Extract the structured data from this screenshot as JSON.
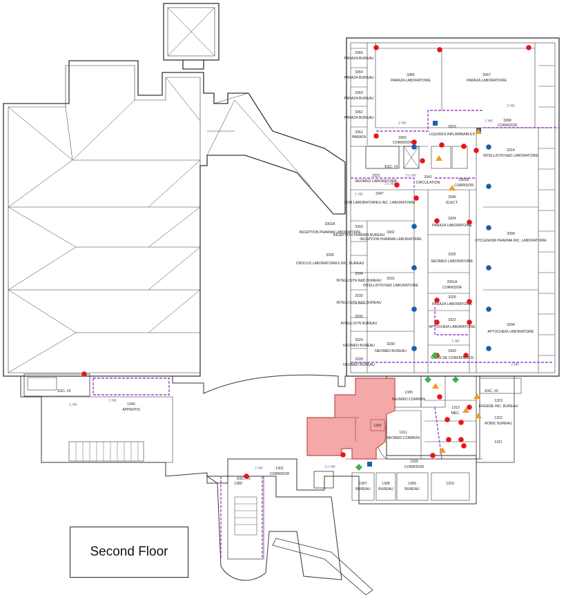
{
  "floor_label": "Second Floor",
  "rooms": [
    {
      "id": "r3365",
      "number": "3365",
      "name": "PARAZA BUREAU"
    },
    {
      "id": "r3364",
      "number": "3364",
      "name": "PARAZA BUREAU"
    },
    {
      "id": "r3363",
      "number": "3363",
      "name": "PARAZA BUREAU"
    },
    {
      "id": "r3362",
      "number": "3362",
      "name": "PARAZA BUREAU"
    },
    {
      "id": "r3361",
      "number": "3361",
      "name": "PARAZA"
    },
    {
      "id": "r3366",
      "number": "3366",
      "name": "PARAZA LABORATOIRE"
    },
    {
      "id": "r3367",
      "number": "3367",
      "name": "PARAZA LABORATOIRE"
    },
    {
      "id": "r3368",
      "number": "3368",
      "name": "CORRIDOR"
    },
    {
      "id": "r3360",
      "number": "3360",
      "name": "CORRIDOR"
    },
    {
      "id": "r3323",
      "number": "3323",
      "name": "LIQUIDES INFLAMMABLES"
    },
    {
      "id": "r3314",
      "number": "3314",
      "name": "INTELLISYN R&D LABORATOIRE"
    },
    {
      "id": "r3321",
      "number": "3321",
      "name": "NEOMED LABORATOIRE"
    },
    {
      "id": "r3341",
      "number": "3341",
      "name": "CIRCULATION"
    },
    {
      "id": "r3301b",
      "number": "3301B",
      "name": "CORRIDOR"
    },
    {
      "id": "r3347",
      "number": "3347",
      "name": "XOM LABORATORIES INC. LABORATOIRE"
    },
    {
      "id": "r3346",
      "number": "3346",
      "name": "ÉLECT."
    },
    {
      "id": "r3302a",
      "number": "3302A",
      "name": "INCEPTION PHARMA LABORATOIRE"
    },
    {
      "id": "r3303",
      "number": "3303",
      "name": "INCEPTION PHARMA BUREAU"
    },
    {
      "id": "r3302",
      "number": "3302",
      "name": "INCEPTION PHARMA LABORATOIRE"
    },
    {
      "id": "r3324",
      "number": "3324",
      "name": "PARAZA LABORATOIRE"
    },
    {
      "id": "r3309",
      "number": "3309",
      "name": "CYCLENIUM PHARMA INC. LABORATOIRE"
    },
    {
      "id": "r3335",
      "number": "3335",
      "name": "CROCUS LABORATORIES INC. BUREAU"
    },
    {
      "id": "r3325",
      "number": "3325",
      "name": "NEOMED LABORATOIRE"
    },
    {
      "id": "r3334",
      "number": "3334",
      "name": "INTELLISYN R&D BUREAU"
    },
    {
      "id": "r3331",
      "number": "3331",
      "name": "INTELLISYN R&D LABORATOIRE"
    },
    {
      "id": "r3301a",
      "number": "3301A",
      "name": "CORRIDOR"
    },
    {
      "id": "r3333",
      "number": "3333",
      "name": "INTELLISYN R&D BUREAU"
    },
    {
      "id": "r3326",
      "number": "3326",
      "name": "PARAZA LABORATOIRE"
    },
    {
      "id": "r3332",
      "number": "3332",
      "name": "INTELLISYN BUREAU"
    },
    {
      "id": "r3322",
      "number": "3322",
      "name": "APTOCHEM LABORATOIRE"
    },
    {
      "id": "r3304",
      "number": "3304",
      "name": "APTOCHEM LABORATOIRE"
    },
    {
      "id": "r3329",
      "number": "3329",
      "name": "NEOMED BUREAU"
    },
    {
      "id": "r3330",
      "number": "3330",
      "name": "NEOMED BUREAU"
    },
    {
      "id": "r3343",
      "number": "3343",
      "name": "SALLE DE CONFÉRENCE"
    },
    {
      "id": "r3328",
      "number": "3328",
      "name": "NEOMED BUREAU"
    },
    {
      "id": "r1305",
      "number": "1305",
      "name": "NEOMED COMMUN"
    },
    {
      "id": "r1323",
      "number": "1323",
      "name": "ENGENE INC. BUREAU"
    },
    {
      "id": "r1322",
      "number": "1322",
      "name": "ROBIC BUREAU"
    },
    {
      "id": "r1321",
      "number": "1321",
      "name": ""
    },
    {
      "id": "r1340",
      "number": "1340",
      "name": "APPENTIS"
    },
    {
      "id": "r1311",
      "number": "1311",
      "name": "NEOMED COMMUN"
    },
    {
      "id": "r1302",
      "number": "1302",
      "name": ""
    },
    {
      "id": "r1301",
      "number": "1301",
      "name": "CORRIDOR"
    },
    {
      "id": "r1325",
      "number": "1325",
      "name": "CORRIDOR"
    },
    {
      "id": "r1307",
      "number": "1307",
      "name": "BUREAU"
    },
    {
      "id": "r1308",
      "number": "1308",
      "name": "BUREAU"
    },
    {
      "id": "r1309",
      "number": "1309",
      "name": "BUREAU"
    },
    {
      "id": "r1310",
      "number": "1310",
      "name": ""
    },
    {
      "id": "r1380",
      "number": "1380",
      "name": ""
    },
    {
      "id": "r1313",
      "number": "1313",
      "name": "MÉC."
    }
  ],
  "stairs": [
    {
      "id": "esc1",
      "label": "ESC. #1"
    },
    {
      "id": "esc2",
      "label": "ESC. #2"
    },
    {
      "id": "esc3",
      "label": "ESC. #3"
    },
    {
      "id": "esc5",
      "label": "ESC. #5"
    }
  ],
  "fire_ratings": {
    "two_hr": "2 HR",
    "one_hr": "1 HR",
    "one_half_hr": "1½ HR"
  },
  "colors": {
    "walls": "#333333",
    "fire_rating_line": "#9b3fd0",
    "highlight_fill": "#f4a8a8",
    "highlight_stroke": "#c44a4a",
    "marker_red": "#e8141c",
    "marker_blue": "#1a5fa8",
    "marker_orange": "#f39a1f",
    "marker_green": "#3bb54a"
  }
}
